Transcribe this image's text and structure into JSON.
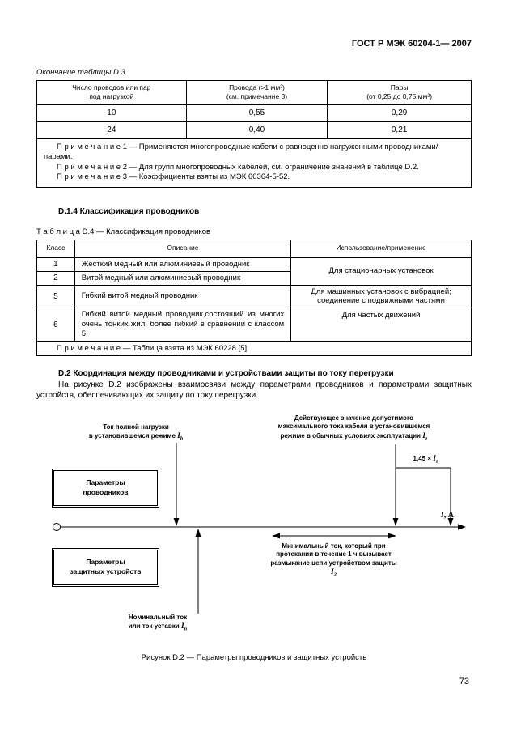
{
  "header": {
    "doc_number": "ГОСТ Р МЭК 60204-1— 2007"
  },
  "table_d3": {
    "caption": "Окончание таблицы D.3",
    "headers": {
      "col1": "Число проводов или пар\nпод нагрузкой",
      "col2": "Провода (>1 мм²)\n(см. примечание 3)",
      "col3": "Пары\n(от 0,25  до 0,75 мм²)"
    },
    "rows": [
      {
        "c1": "10",
        "c2": "0,55",
        "c3": "0,29"
      },
      {
        "c1": "24",
        "c2": "0,40",
        "c3": "0,21"
      }
    ],
    "notes": [
      "П р и м е ч а н и е  1 — Применяются  многопроводные  кабели с равноценно нагруженными проводниками/парами.",
      "П р и м е ч а н и е  2 —  Для групп многопроводных кабелей, см. ограничение значений в таблице D.2.",
      "П р и м е ч а н и е  3 —  Коэффициенты взяты из МЭК 60364-5-52."
    ]
  },
  "section_d14": {
    "title": "D.1.4 Классификация проводников"
  },
  "table_d4": {
    "caption": "Т а б л и ц а  D.4 — Классификация проводников",
    "headers": {
      "class": "Класс",
      "description": "Описание",
      "usage": "Использование/применение"
    },
    "rows": [
      {
        "class": "1",
        "description": "Жесткий медный или алюминиевый проводник",
        "usage": "Для стационарных  установок"
      },
      {
        "class": "2",
        "description": "Витой медный или алюминиевый проводник",
        "usage": ""
      },
      {
        "class": "5",
        "description": "Гибкий витой медный проводник",
        "usage": "Для машинных установок с вибрацией; соединение с подвижными частями"
      },
      {
        "class": "6",
        "description": "Гибкий  витой  медный  проводник,состоящий  из многих очень тонких жил, более гибкий в сравнении с классом 5",
        "usage": "Для частых движений"
      }
    ],
    "note": "П р и м е ч а н и е — Таблица взята из МЭК 60228 [5]"
  },
  "section_d2": {
    "title": "D.2 Координация между проводниками и устройствами защиты  по току перегрузки",
    "paragraph": "На  рисунке  D.2  изображены  взаимосвязи  между  параметрами  проводников  и  параметрами   защитных устройств, обеспечивающих их защиту по току перегрузки."
  },
  "figure": {
    "labels": {
      "full_load": {
        "text": "Ток полной нагрузки\nв установившемся режиме",
        "symbol": "I",
        "sub": "b"
      },
      "max_current": {
        "text": "Действующее значение допустимого\nмаксимального тока кабеля в установившемся\nрежиме в обычных условиях эксплуатации",
        "symbol": "I",
        "sub": "z"
      },
      "factor": {
        "text": "1,45 ×",
        "symbol": "I",
        "sub": "z"
      },
      "conductor_box": "Параметры\nпроводников",
      "device_box": "Параметры\nзащитных устройств",
      "min_current": {
        "text": "Минимальный ток, который при\nпротекании в течение 1 ч вызывает\nразмыкание цепи устройством защиты",
        "symbol": "I",
        "sub": "2"
      },
      "rated_current": {
        "text": "Номинальный ток\nили ток уставки",
        "symbol": "I",
        "sub": "n"
      },
      "axis": {
        "symbol": "I",
        "rest": ", А"
      }
    },
    "caption": "Рисунок D.2 — Параметры проводников и защитных устройств"
  },
  "page_number": "73"
}
